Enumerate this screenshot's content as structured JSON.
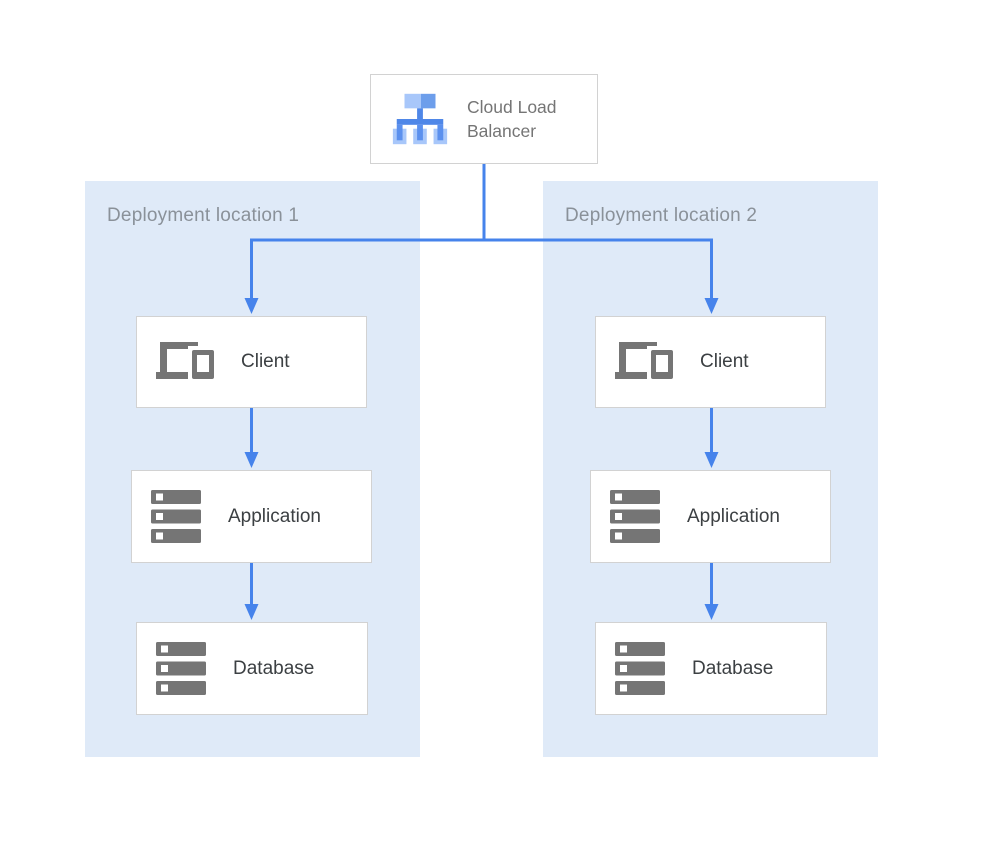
{
  "diagram": {
    "load_balancer": {
      "label": "Cloud Load Balancer"
    },
    "regions": [
      {
        "label": "Deployment location 1",
        "nodes": [
          {
            "label": "Client"
          },
          {
            "label": "Application"
          },
          {
            "label": "Database"
          }
        ]
      },
      {
        "label": "Deployment location 2",
        "nodes": [
          {
            "label": "Client"
          },
          {
            "label": "Application"
          },
          {
            "label": "Database"
          }
        ]
      }
    ],
    "icons": {
      "load_balancer": "load-balancer-icon",
      "client": "devices-icon",
      "application": "server-stack-icon",
      "database": "server-stack-icon"
    },
    "colors": {
      "connector_blue": "#4683eb",
      "region_background": "#dfeaf8",
      "node_border": "#d2d2d2",
      "node_label": "#3c4043",
      "muted_label": "#8a9199",
      "icon_gray": "#757575",
      "lb_icon_light": "#a8c7fa",
      "lb_icon_medium": "#6d9eeb",
      "lb_icon_trunk": "#4f87e8"
    }
  }
}
